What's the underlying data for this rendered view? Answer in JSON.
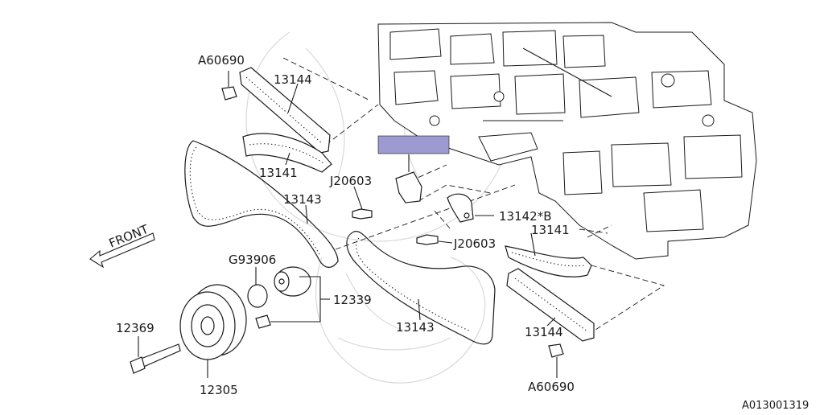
{
  "colors": {
    "line": "#1a1a1a",
    "highlight": "#9c9ad0",
    "watermark": "#d9d9d9"
  },
  "labels": {
    "a60690_top": "A60690",
    "p13144_top": "13144",
    "p13141_left": "13141",
    "j20603_left": "J20603",
    "p13143_left": "13143",
    "p13142b": "13142*B",
    "j20603_right": "J20603",
    "p13141_right": "13141",
    "g93906": "G93906",
    "p12339": "12339",
    "p12369": "12369",
    "p13143_right": "13143",
    "p13144_bottom": "13144",
    "a60690_bottom": "A60690",
    "p12305": "12305",
    "front": "FRONT",
    "diagram_id": "A013001319"
  },
  "icons": {
    "front_arrow": "front-arrow-icon",
    "watermark": "logo-watermark"
  }
}
